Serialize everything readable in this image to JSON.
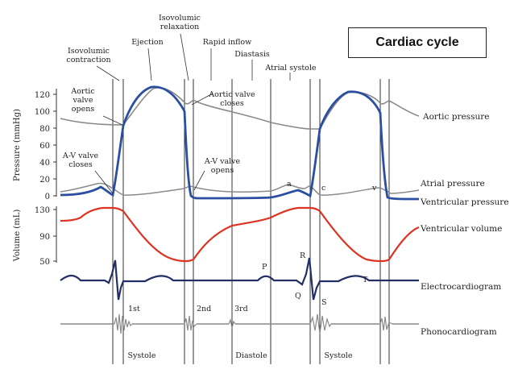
{
  "title": "Cardiac cycle",
  "phases": {
    "isovolumic_contraction": [
      "Isovolumic",
      "contraction"
    ],
    "ejection": "Ejection",
    "isovolumic_relaxation": [
      "Isovolumic",
      "relaxation"
    ],
    "rapid_inflow": "Rapid inflow",
    "diastasis": "Diastasis",
    "atrial_systole": "Atrial systole"
  },
  "events": {
    "aortic_valve_opens": [
      "Aortic",
      "valve",
      "opens"
    ],
    "aortic_valve_closes": [
      "Aortic valve",
      "closes"
    ],
    "av_valve_closes": [
      "A-V valve",
      "closes"
    ],
    "av_valve_opens": [
      "A-V valve",
      "opens"
    ]
  },
  "axes": {
    "pressure_label": "Pressure (mmHg)",
    "pressure_ticks": [
      "120",
      "100",
      "80",
      "60",
      "40",
      "20",
      "0"
    ],
    "volume_label": "Volume (mL)",
    "volume_ticks": [
      "130",
      "90",
      "50"
    ]
  },
  "wave_letters": {
    "a": "a",
    "c": "c",
    "v": "v",
    "P": "P",
    "R": "R",
    "Q": "Q",
    "S": "S",
    "T": "T"
  },
  "heart_sounds": {
    "first": "1st",
    "second": "2nd",
    "third": "3rd"
  },
  "periods": {
    "systole_1": "Systole",
    "diastole": "Diastole",
    "systole_2": "Systole"
  },
  "traces": {
    "aortic_pressure": "Aortic pressure",
    "atrial_pressure": "Atrial pressure",
    "ventricular_pressure": "Ventricular pressure",
    "ventricular_volume": "Ventricular volume",
    "electrocardiogram": "Electrocardiogram",
    "phonocardiogram": "Phonocardiogram"
  },
  "colors": {
    "ventricular_pressure": "#2a4fa0",
    "ventricular_volume": "#dd3322",
    "electrocardiogram": "#242e66",
    "aortic_pressure": "#8a8a8a",
    "atrial_pressure": "#8a8a8a",
    "phonocardiogram": "#8a8a8a",
    "lines": "#333333"
  }
}
